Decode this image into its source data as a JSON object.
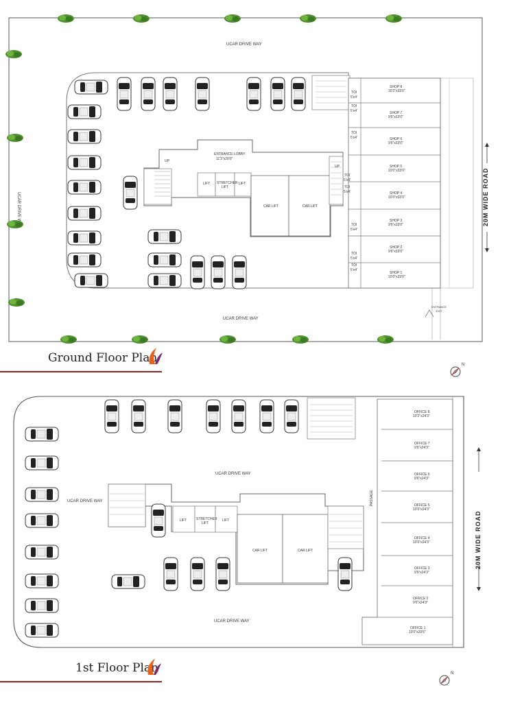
{
  "ground": {
    "title": "Ground Floor Plan",
    "drive_top": "UCAR DRIVE WAY",
    "drive_left": "UCAR DRIVE WAY",
    "drive_bottom": "UCAR DRIVE WAY",
    "road": "20M WIDE ROAD",
    "entrance_lobby": "ENTRANCE LOBBY",
    "entrance_lobby_size": "11'3\"x20'0\"",
    "lift": "LIFT",
    "stretcher_lift": "STRETCHER LIFT",
    "car_lift": "CAR LIFT",
    "toi": "TOI",
    "toi_size": "5'x4'",
    "up": "UP",
    "entrance_exit": "ENTRANCE EXIT",
    "shops": [
      {
        "name": "SHOP 8",
        "size": "10'2\"x33'0\""
      },
      {
        "name": "SHOP 7",
        "size": "9'6\"x33'0\""
      },
      {
        "name": "SHOP 6",
        "size": "9'6\"x33'0\""
      },
      {
        "name": "SHOP 5",
        "size": "10'0\"x33'0\""
      },
      {
        "name": "SHOP 4",
        "size": "10'0\"x33'0\""
      },
      {
        "name": "SHOP 3",
        "size": "9'6\"x33'0\""
      },
      {
        "name": "SHOP 2",
        "size": "9'6\"x33'0\""
      },
      {
        "name": "SHOP 1",
        "size": "10'0\"x33'0\""
      }
    ]
  },
  "first": {
    "title": "1st Floor Plan",
    "drive_top": "UCAR DRIVE WAY",
    "drive_left": "UCAR DRIVE WAY",
    "drive_bottom": "UCAR DRIVE WAY",
    "road": "20M WIDE ROAD",
    "lift": "LIFT",
    "stretcher_lift": "STRETCHER LIFT",
    "car_lift": "CAR LIFT",
    "passage": "PASSAGE",
    "offices": [
      {
        "name": "OFFICE 8",
        "size": "10'2\"x24'3\""
      },
      {
        "name": "OFFICE 7",
        "size": "9'6\"x24'3\""
      },
      {
        "name": "OFFICE 6",
        "size": "9'6\"x24'3\""
      },
      {
        "name": "OFFICE 5",
        "size": "10'0\"x24'3\""
      },
      {
        "name": "OFFICE 4",
        "size": "10'0\"x24'3\""
      },
      {
        "name": "OFFICE 3",
        "size": "9'6\"x24'3\""
      },
      {
        "name": "OFFICE 2",
        "size": "9'6\"x24'3\""
      },
      {
        "name": "OFFICE 1",
        "size": "10'0\"x29'6\""
      }
    ]
  },
  "compass_label": "N",
  "colors": {
    "accent": "#a02020",
    "logo_orange": "#e8601c",
    "logo_purple": "#7a2a6a",
    "tree": "#4e8f2f"
  }
}
